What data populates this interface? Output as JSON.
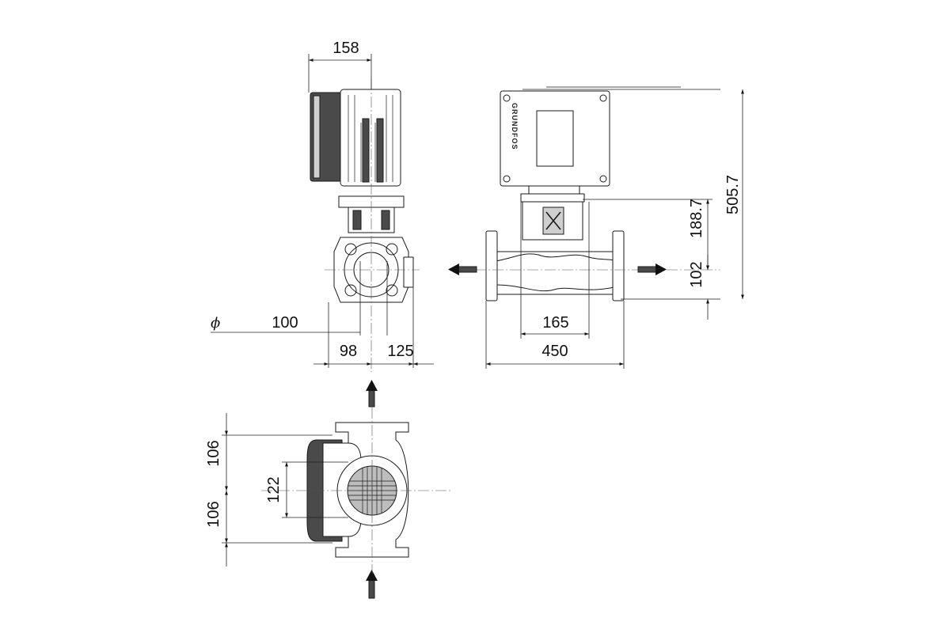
{
  "drawing": {
    "front_view": {
      "dims": {
        "motor_width": "158",
        "diameter_symbol": "ϕ",
        "diameter": "100",
        "left_offset": "98",
        "right_offset": "125"
      }
    },
    "side_view": {
      "brand_logo": "GRUNDFOS",
      "dims": {
        "total_height": "505.7",
        "shaft_height": "188.7",
        "port_height": "102",
        "base_width": "165",
        "port_to_port": "450"
      }
    },
    "top_view": {
      "dims": {
        "upper_half": "106",
        "lower_half": "106",
        "motor_diameter": "122"
      }
    },
    "flow_arrow_icon": "flow-direction-arrow"
  }
}
